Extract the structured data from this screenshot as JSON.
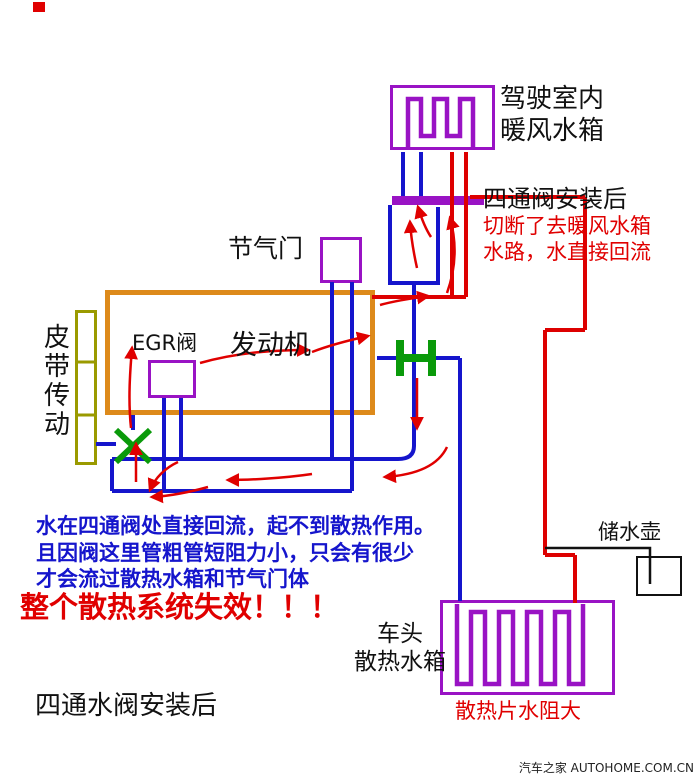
{
  "diagram": {
    "title": "四通水阀安装后",
    "type": "cooling-system-schematic"
  },
  "labels": {
    "heater": "驾驶室内\n暖风水箱",
    "fourway_title": "四通阀安装后",
    "fourway_note": "切断了去暖风水箱\n水路，水直接回流",
    "throttle": "节气门",
    "egr": "EGR阀",
    "engine": "发动机",
    "belt": "皮\n带\n传\n动",
    "note_blue": "水在四通阀处直接回流，起不到散热作用。\n且因阀这里管粗管短阻力小，只会有很少\n才会流过散热水箱和节气门体",
    "fail": "整个散热系统失效！！！",
    "radiator": "车头\n散热水箱",
    "radiator_note": "散热片水阻大",
    "reservoir": "储水壶",
    "bottom_title": "四通水阀安装后",
    "watermark": "汽车之家 AUTOHOME.COM.CN"
  },
  "colors": {
    "pipe_blue": "#1515cc",
    "pipe_red": "#dd0000",
    "box_purple": "#9913c4",
    "engine_orange": "#dd8a1b",
    "valve_green": "#0a9a0a",
    "belt_olive": "#9a9a00",
    "warning_red": "#e00000",
    "note_blue": "#1515cc"
  }
}
